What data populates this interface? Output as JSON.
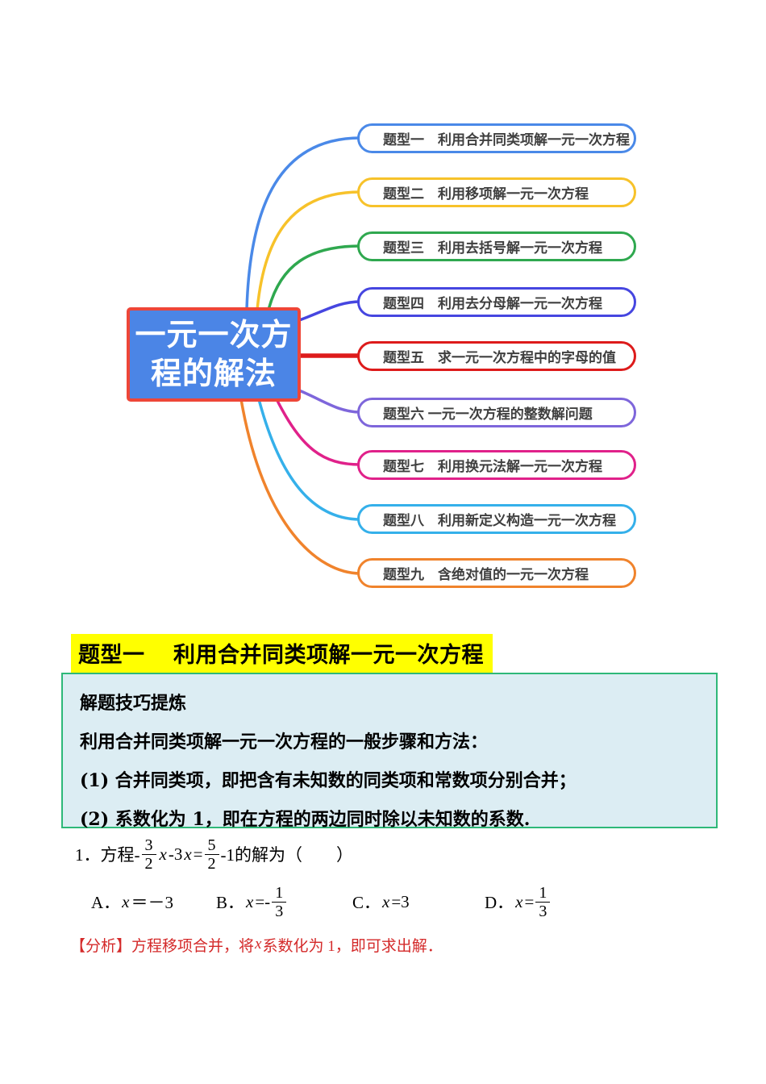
{
  "mindmap": {
    "center": {
      "line1": "一元一次方",
      "line2": "程的解法",
      "fill": "#4b85e6",
      "border": "#ee4638"
    },
    "box_text_color": "#3f3f3f",
    "branches": [
      {
        "label": "题型一　利用合并同类项解一元一次方程",
        "color": "#4a89e8"
      },
      {
        "label": "题型二　利用移项解一元一次方程",
        "color": "#f7c22a"
      },
      {
        "label": "题型三　利用去括号解一元一次方程",
        "color": "#2fa84f"
      },
      {
        "label": "题型四　利用去分母解一元一次方程",
        "color": "#4646e0"
      },
      {
        "label": "题型五　求一元一次方程中的字母的值",
        "color": "#dd1b1b"
      },
      {
        "label": "题型六 一元一次方程的整数解问题",
        "color": "#7e66db"
      },
      {
        "label": "题型七　利用换元法解一元一次方程",
        "color": "#e0218a"
      },
      {
        "label": "题型八　利用新定义构造一元一次方程",
        "color": "#35b0ea"
      },
      {
        "label": "题型九　含绝对值的一元一次方程",
        "color": "#f0832c"
      }
    ]
  },
  "section": {
    "heading": "题型一　 利用合并同类项解一元一次方程",
    "highlight": "#ffff00"
  },
  "tips": {
    "bg_color": "#dcedf3",
    "border_color": "#2eb878",
    "title": "解题技巧提炼",
    "line1": "利用合并同类项解一元一次方程的一般步骤和方法：",
    "line2": "(1) 合并同类项，即把含有未知数的同类项和常数项分别合并；",
    "line3": "(2) 系数化为 1，即在方程的两边同时除以未知数的系数."
  },
  "question": {
    "p1": "1．方程-",
    "f1": {
      "num": "3",
      "den": "2"
    },
    "x1": "x",
    "p2": "-3",
    "x2": "x",
    "p3": "=",
    "f2": {
      "num": "5",
      "den": "2"
    },
    "p4": "-1的解为（　　）"
  },
  "options": [
    {
      "letter": "A．",
      "var": "x",
      "rest": "＝－3"
    },
    {
      "letter": "B．",
      "var": "x",
      "rest": "=-",
      "frac": {
        "num": "1",
        "den": "3"
      }
    },
    {
      "letter": "C．",
      "var": "x",
      "rest": "=3"
    },
    {
      "letter": "D．",
      "var": "x",
      "rest": "=",
      "frac": {
        "num": "1",
        "den": "3"
      }
    }
  ],
  "analysis": {
    "color": "#d42a2a",
    "tag": "【分析】",
    "p1": "方程移项合并，将 ",
    "var": "x",
    "p2": " 系数化为 1，即可求出解．"
  }
}
